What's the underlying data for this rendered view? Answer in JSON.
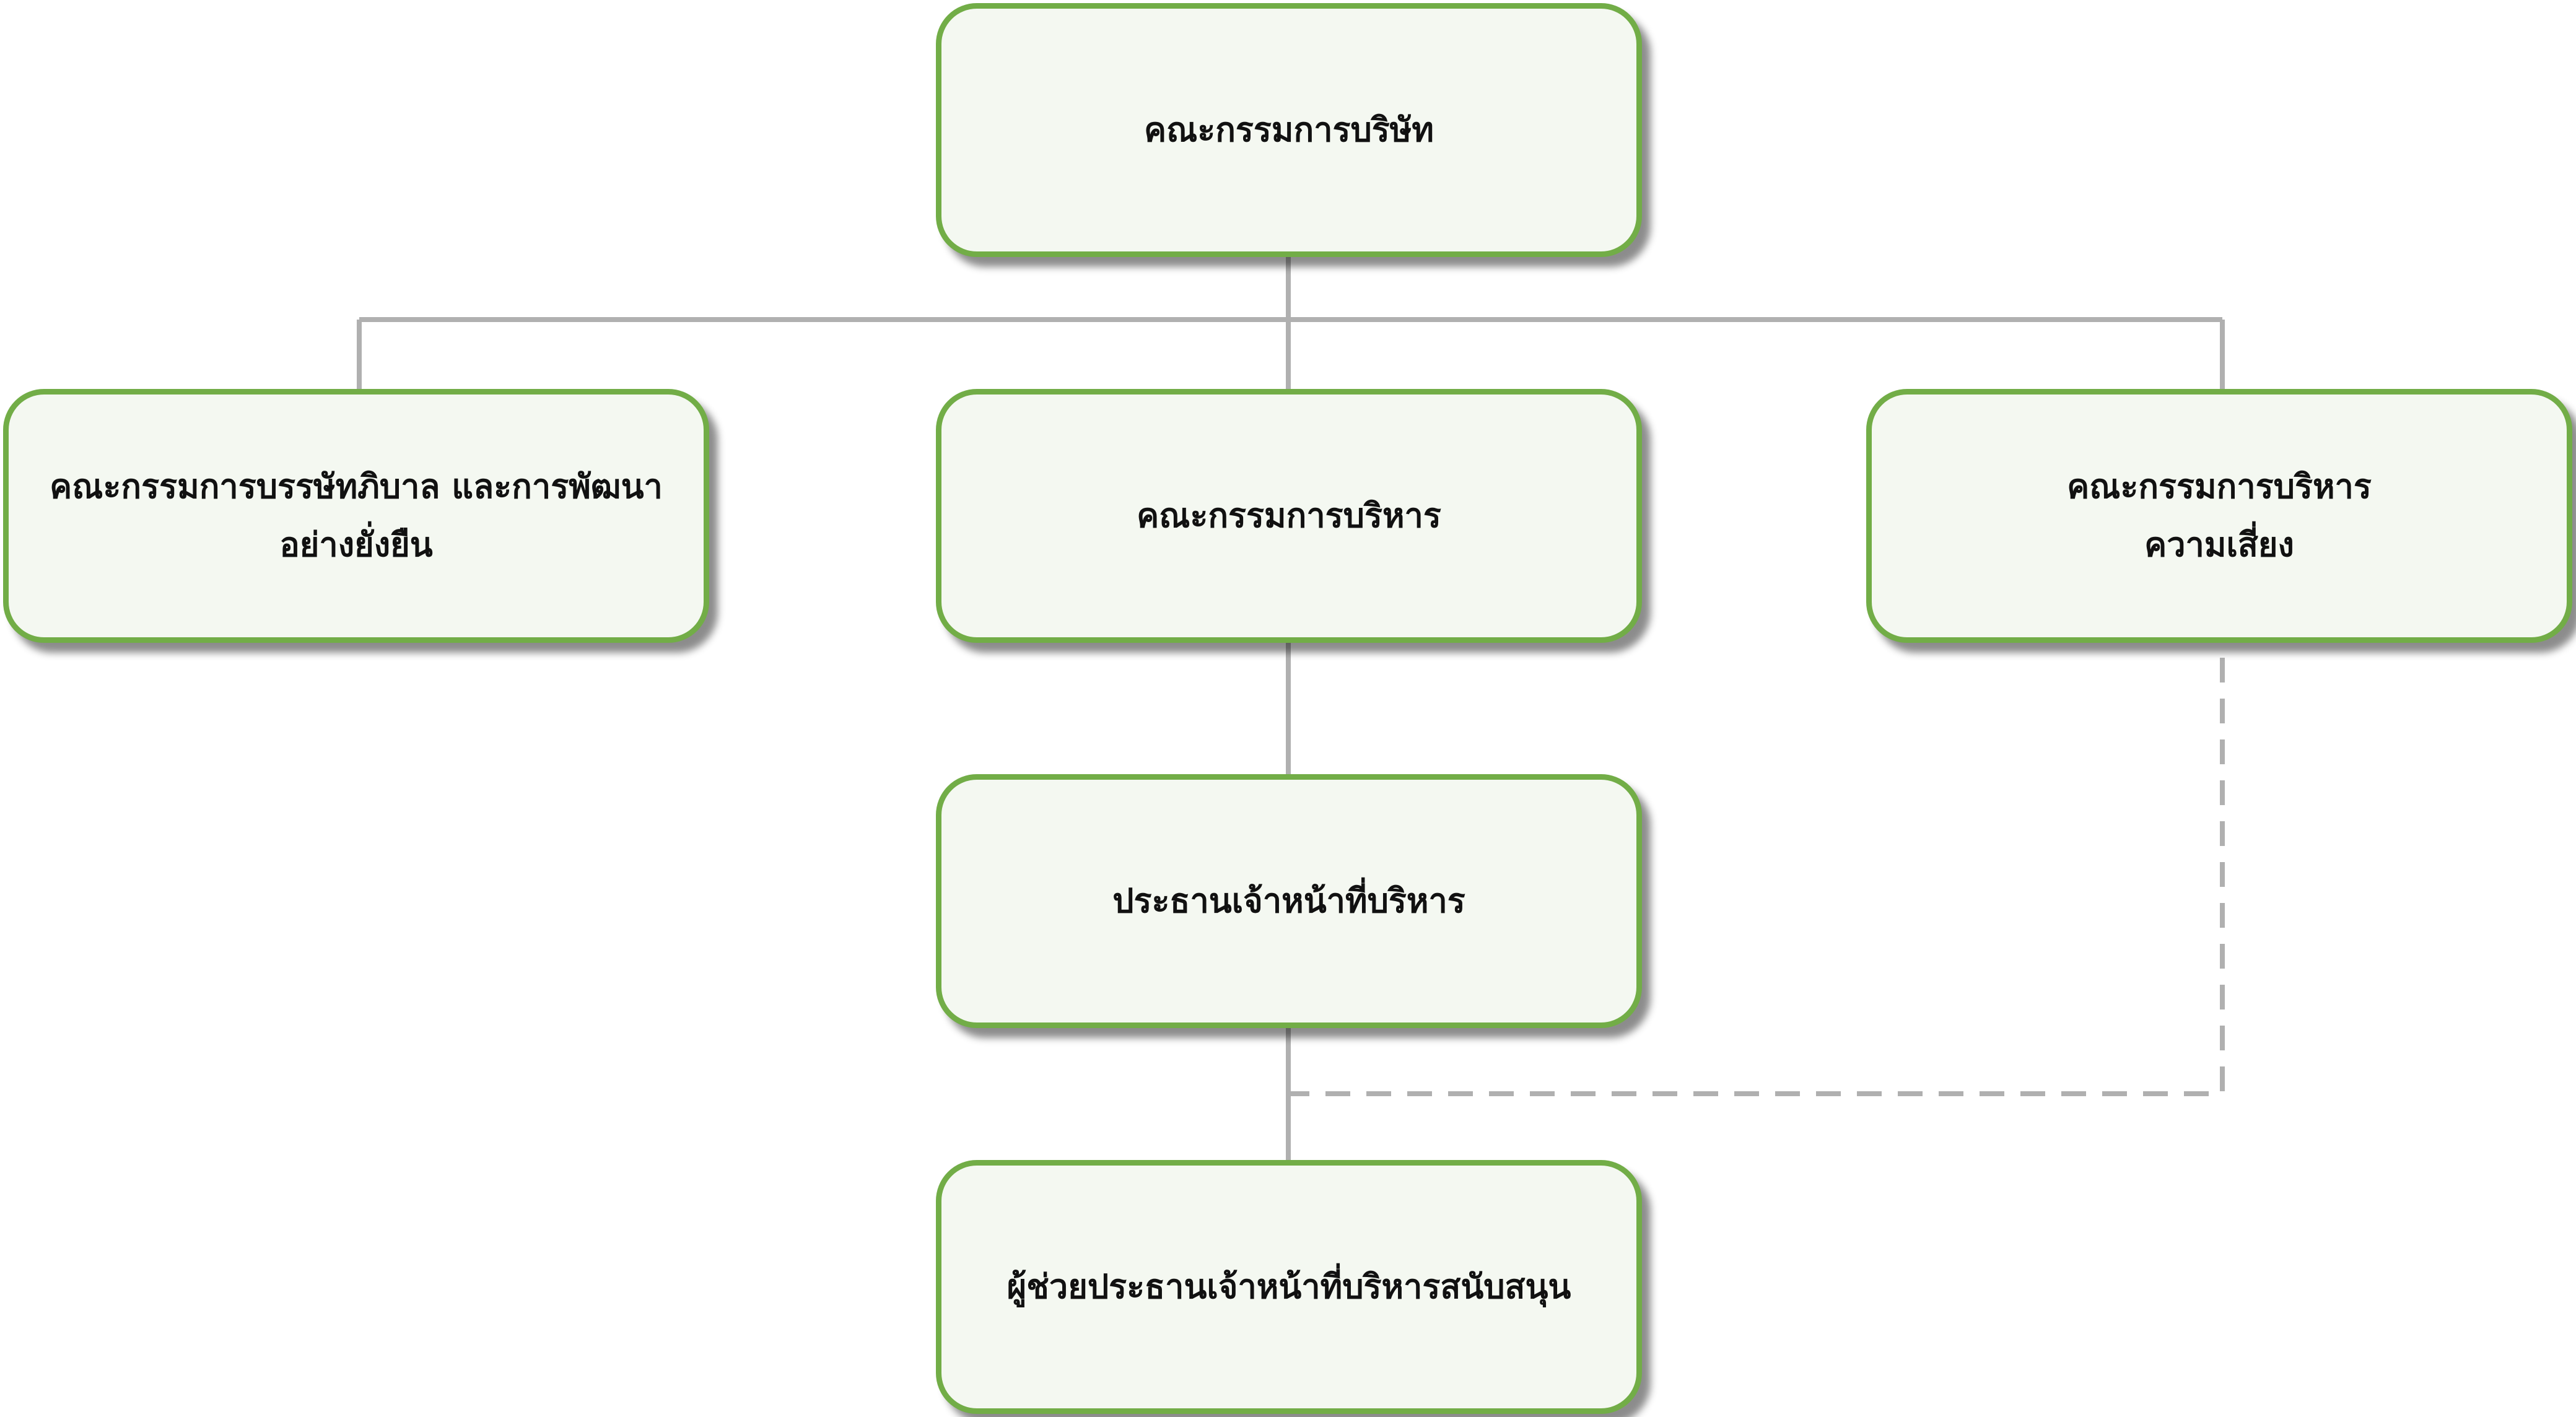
{
  "colors": {
    "box_border": "#72ad47",
    "box_fill": "#f4f8f1",
    "connector": "#b0b0b0",
    "text": "#111111"
  },
  "boxes": {
    "board": "คณะกรรมการบริษัท",
    "governance": "คณะกรรมการบรรษัทภิบาล และการพัฒนา\nอย่างยั่งยืน",
    "executive": "คณะกรรมการบริหาร",
    "risk": "คณะกรรมการบริหาร\nความเสี่ยง",
    "ceo": "ประธานเจ้าหน้าที่บริหาร",
    "assistant": "ผู้ช่วยประธานเจ้าหน้าที่บริหารสนับสนุน"
  },
  "relations": [
    {
      "from": "board",
      "to": "governance",
      "style": "solid"
    },
    {
      "from": "board",
      "to": "executive",
      "style": "solid"
    },
    {
      "from": "board",
      "to": "risk",
      "style": "solid"
    },
    {
      "from": "executive",
      "to": "ceo",
      "style": "solid"
    },
    {
      "from": "ceo",
      "to": "assistant",
      "style": "solid"
    },
    {
      "from": "risk",
      "to": "assistant",
      "style": "dashed"
    }
  ]
}
